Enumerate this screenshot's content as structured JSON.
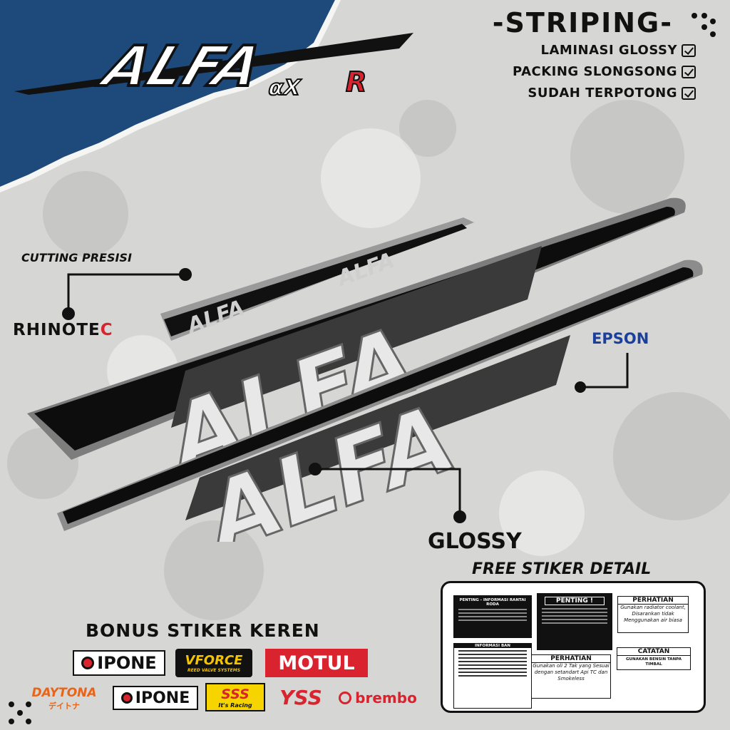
{
  "title_logo": {
    "main": "ALFA",
    "sub_left": "αX",
    "sub_right": "R"
  },
  "header": {
    "title": "-STRIPING-",
    "features": [
      "LAMINASI GLOSSY",
      "PACKING SLONGSONG",
      "SUDAH TERPOTONG"
    ]
  },
  "callouts": {
    "cutting": "CUTTING PRESISI",
    "rhinotec_left": "RHINOTE",
    "rhinotec_right": "C",
    "epson": "EPSON",
    "glossy": "GLOSSY"
  },
  "stripe_text": {
    "small": "ALFA",
    "large": "ALFA"
  },
  "free_detail": {
    "title": "FREE STIKER DETAIL",
    "sticker1_title": "PENTING - INFORMASI RANTAI RODA",
    "sticker2_title": "PENTING !",
    "sticker3_title": "PERHATIAN",
    "sticker3_body": "Gunakan radiator coolant, Disarankan tidak Menggunakan air biasa",
    "sticker4_title": "INFORMASI BAN",
    "sticker5_title": "PERHATIAN",
    "sticker5_body": "Gunakan oli 2 Tak yang Sesuai dengan setandart Api TC dan Smokeless",
    "sticker6_title": "CATATAN",
    "sticker6_body": "GUNAKAN BENSIN TANPA TIMBAL"
  },
  "bonus": {
    "title": "BONUS STIKER KEREN",
    "brands_row1": [
      "IPONE",
      "VFORCE",
      "MOTUL"
    ],
    "vforce_sub": "REED VALVE SYSTEMS",
    "brands_row2": [
      "DAYTONA",
      "IPONE",
      "SSS",
      "YSS",
      "brembo"
    ],
    "daytona_sub": "デイトナ",
    "sss_sub": "It's Racing"
  },
  "colors": {
    "blue_corner": "#1d4a7a",
    "red": "#d9232e",
    "epson_blue": "#1b3f9c",
    "stripe_black": "#0d0d0d",
    "stripe_gray": "#8c8c8c"
  }
}
